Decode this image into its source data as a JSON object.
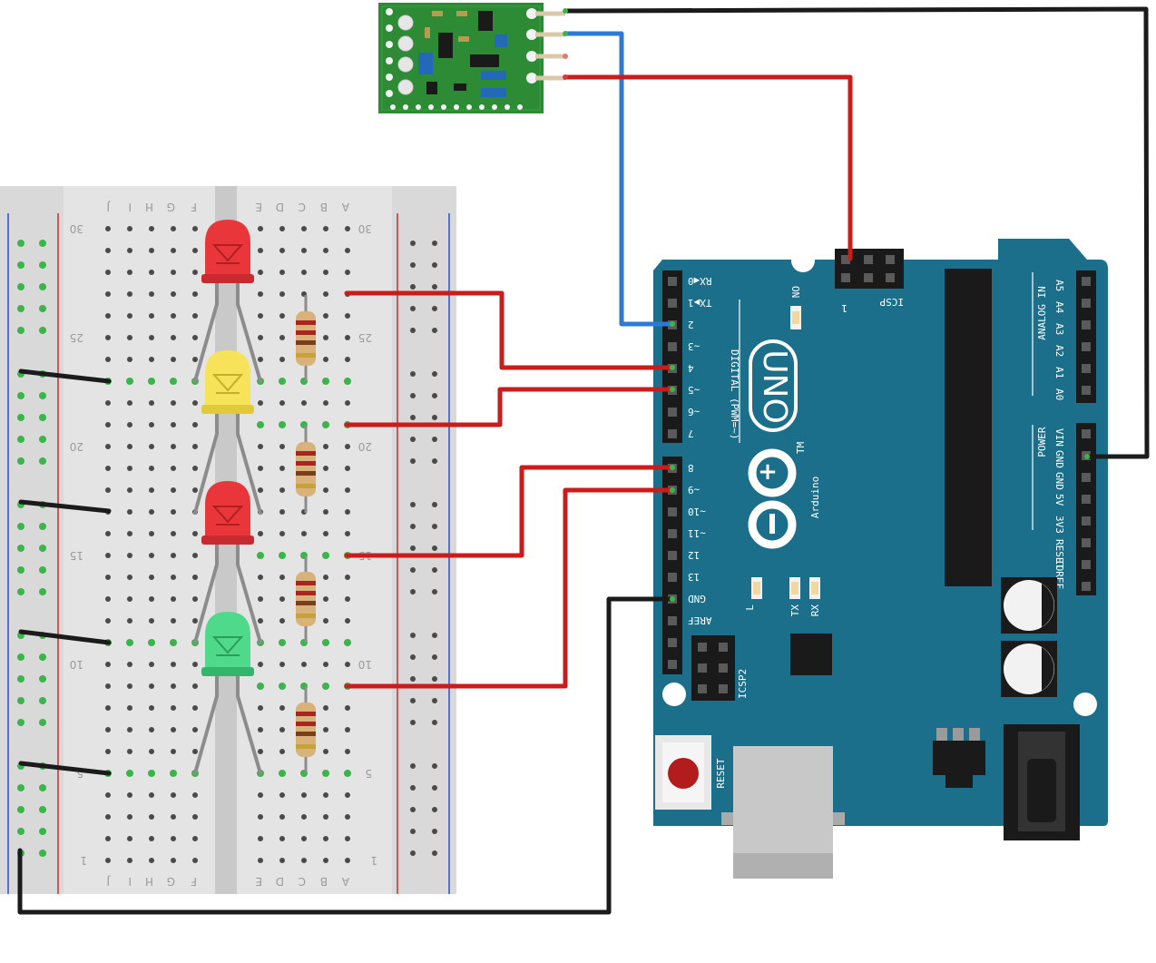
{
  "breadboard": {
    "column_letters_left": [
      "J",
      "I",
      "H",
      "G",
      "F"
    ],
    "column_letters_right": [
      "E",
      "D",
      "C",
      "B",
      "A"
    ],
    "row_numbers": [
      "30",
      "25",
      "20",
      "15",
      "10",
      "5",
      "1"
    ]
  },
  "arduino": {
    "model_label": "UNO",
    "brand_label": "Arduino",
    "tm_label": "TM",
    "on_label": "ON",
    "digital_label": "DIGITAL (PWM=~)",
    "icsp_label": "ICSP",
    "icsp_pin1_label": "1",
    "icsp2_label": "ICSP2",
    "analog_label": "ANALOG IN",
    "power_label": "POWER",
    "reset_label": "RESET",
    "led_labels": [
      "L",
      "TX",
      "RX"
    ],
    "digital_pins": [
      "RX◀0",
      "TX▶1",
      "2",
      "~3",
      "4",
      "~5",
      "~6",
      "7",
      "8",
      "~9",
      "~10",
      "~11",
      "12",
      "13",
      "GND",
      "AREF"
    ],
    "analog_pins": [
      "A5",
      "A4",
      "A3",
      "A2",
      "A1",
      "A0"
    ],
    "power_pins": [
      "VIN",
      "GND",
      "GND",
      "5V",
      "3V3",
      "RESET",
      "IOREF"
    ]
  },
  "components": {
    "leds": [
      {
        "name": "red-led-top",
        "color": "#e8363b"
      },
      {
        "name": "yellow-led",
        "color": "#f6e35a"
      },
      {
        "name": "red-led-bottom",
        "color": "#e8363b"
      },
      {
        "name": "green-led",
        "color": "#4fd98a"
      }
    ],
    "wire_colors": {
      "red": "#cc1b1b",
      "blue": "#2d7ad6",
      "black": "#1b1b1b"
    },
    "board_color": "#1b6f8a",
    "module_color": "#2e8b35"
  }
}
